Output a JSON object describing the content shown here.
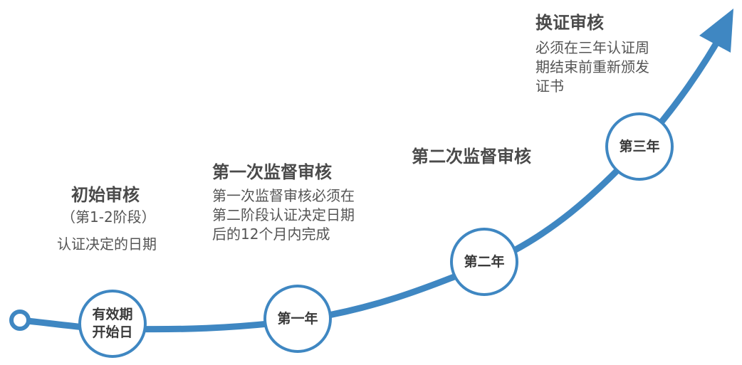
{
  "stages": {
    "initial": {
      "title": "初始审核",
      "sub": "（第1-2阶段）",
      "desc": "认证决定的日期"
    },
    "first": {
      "title": "第一次监督审核",
      "desc_lines": [
        "第一次监督审核必须在",
        "第二阶段认证决定日期",
        "后的12个月内完成"
      ]
    },
    "second": {
      "title": "第二次监督审核"
    },
    "renewal": {
      "title": "换证审核",
      "desc_lines": [
        "必须在三年认证周",
        "期结束前重新颁发",
        "证书"
      ]
    }
  },
  "nodes": {
    "start_line1": "有效期",
    "start_line2": "开始日",
    "year1": "第一年",
    "year2": "第二年",
    "year3": "第三年"
  },
  "colors": {
    "curve": "#3f87c2",
    "text": "#4a4a4a"
  }
}
